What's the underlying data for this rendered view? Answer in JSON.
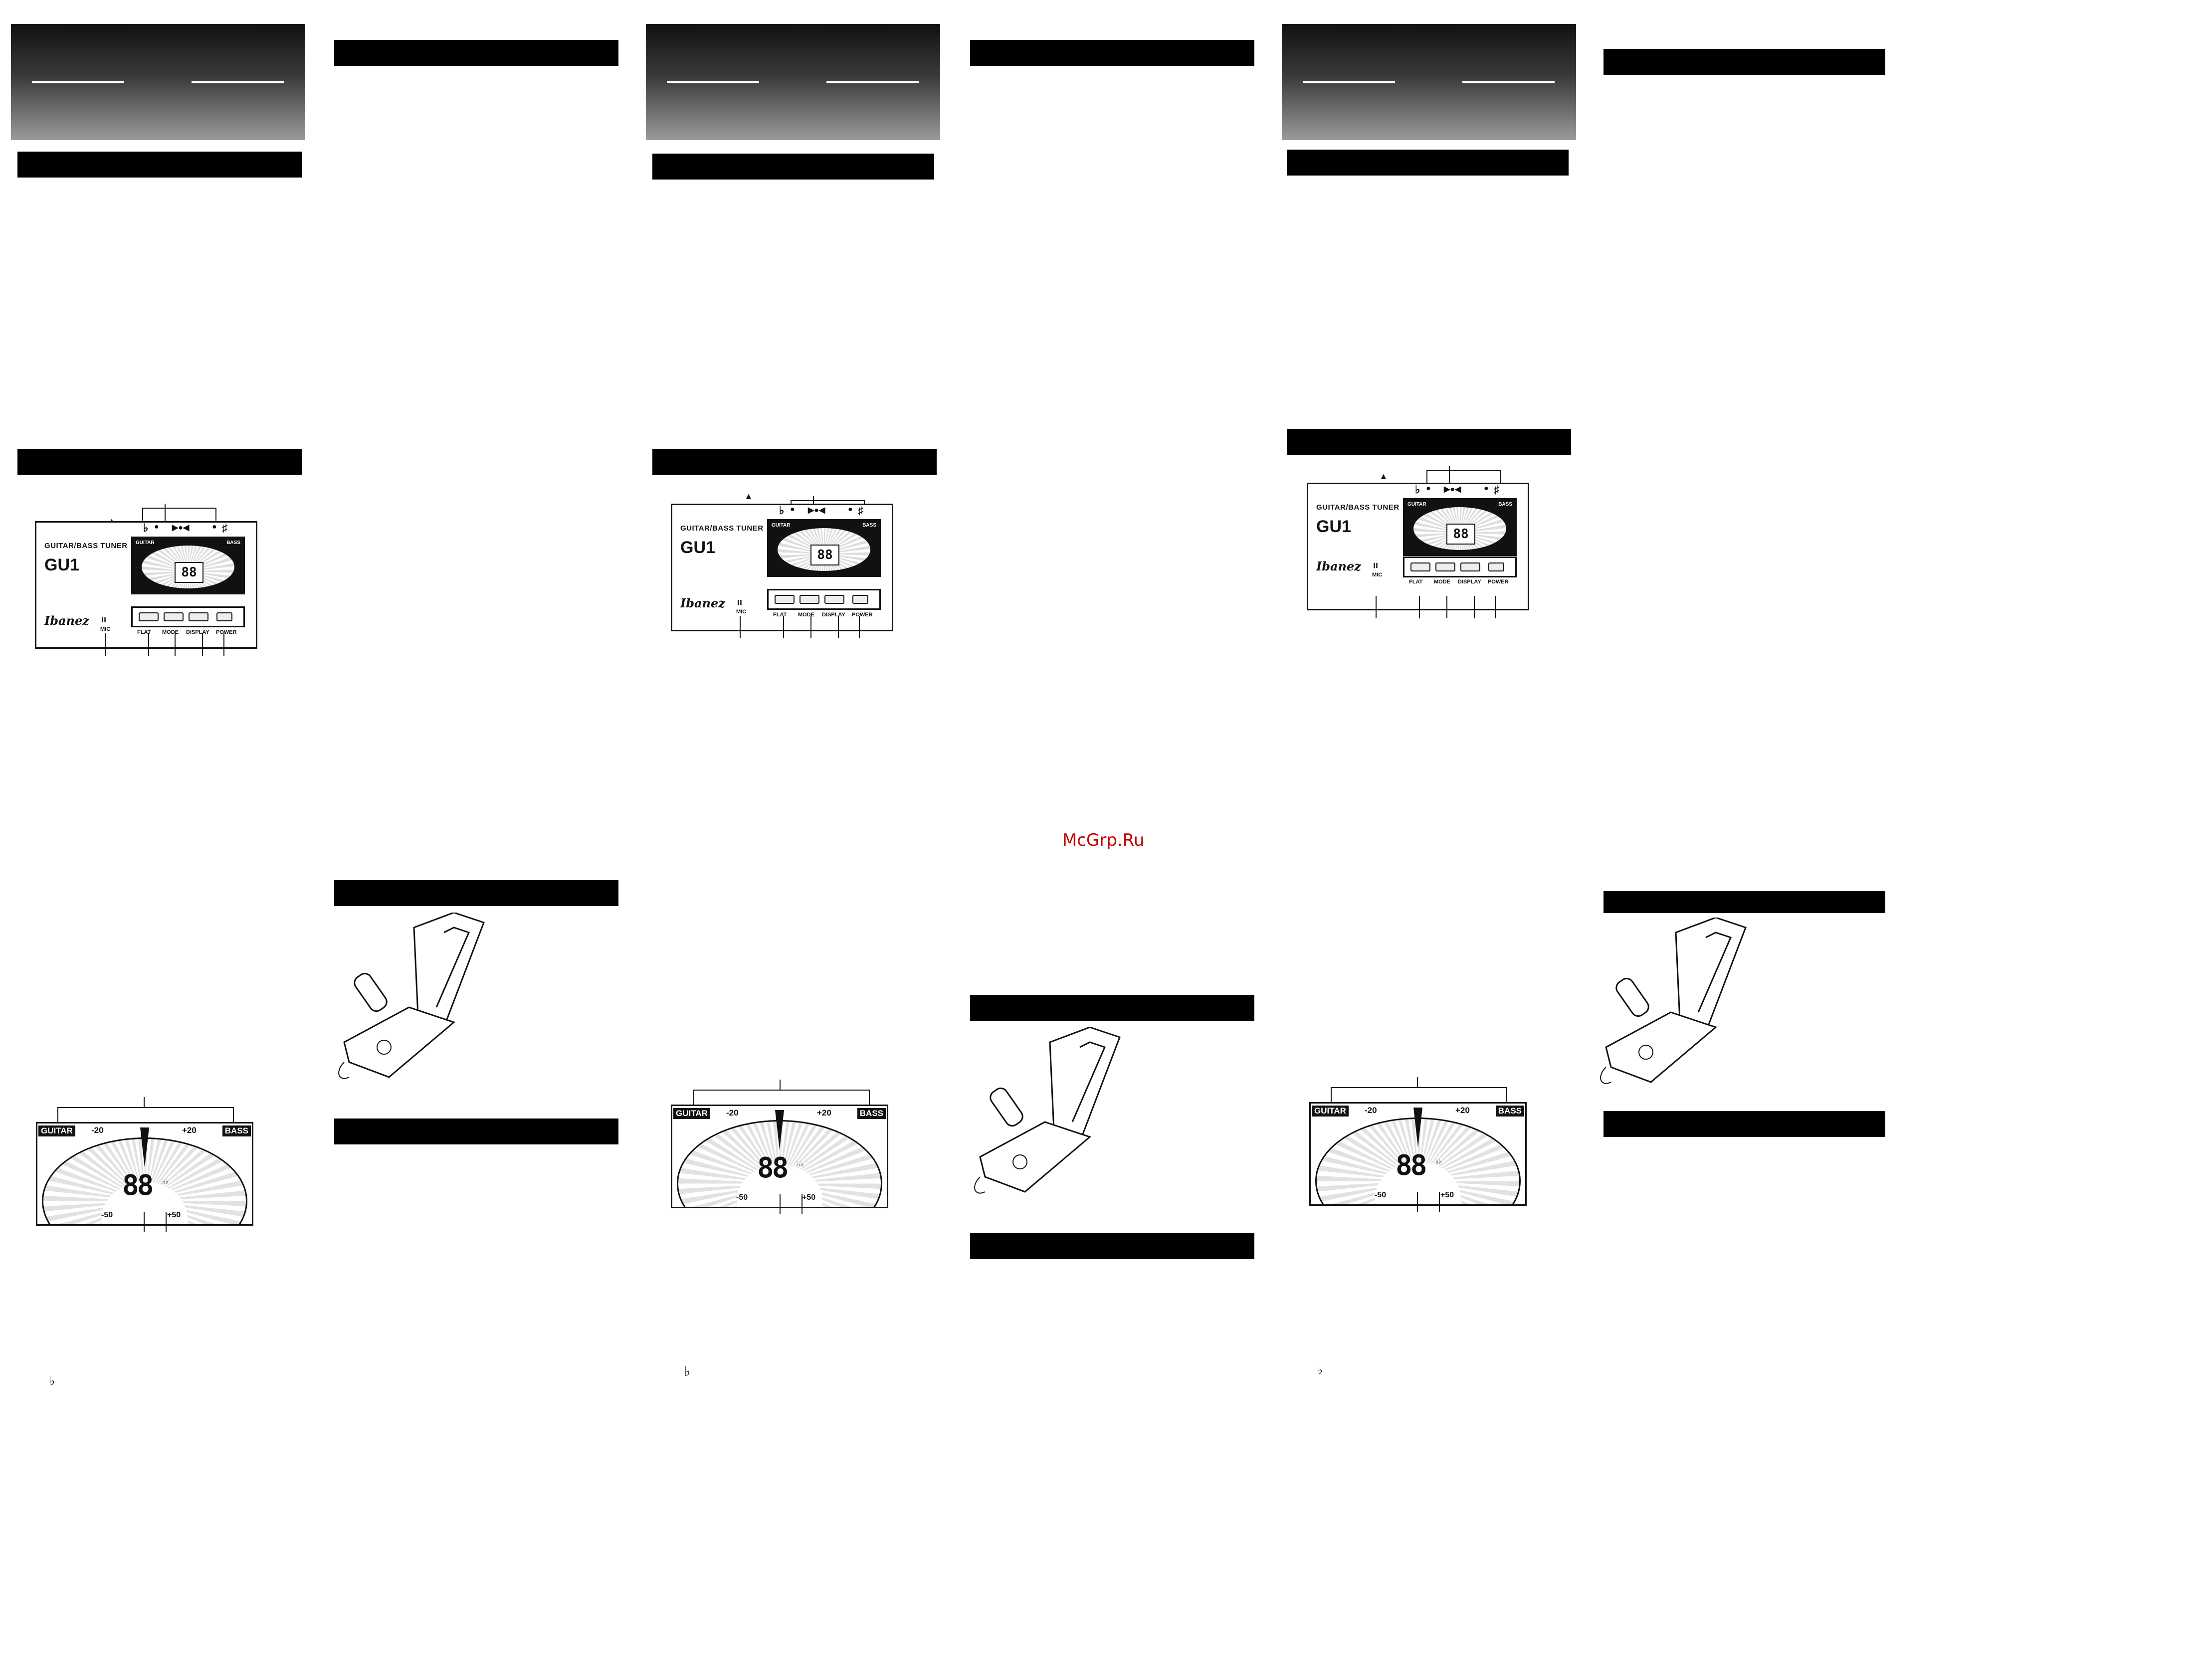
{
  "watermark": "McGrp.Ru",
  "tuner_panel": {
    "title": "GUITAR/BASS TUNER",
    "model": "GU1",
    "brand": "Ibanez",
    "mic": "MIC",
    "lcd_left": "GUITAR",
    "lcd_right": "BASS",
    "lcd_digits": "88",
    "buttons": [
      "FLAT",
      "MODE",
      "DISPLAY",
      "POWER"
    ],
    "symbols": {
      "flat": "♭",
      "sharp": "♯",
      "arrows": "▶●◀",
      "dot": "●"
    }
  },
  "display_detail": {
    "left_tag": "GUITAR",
    "right_tag": "BASS",
    "minus20": "-20",
    "plus20": "+20",
    "minus50": "-50",
    "plus50": "+50",
    "digits": "88",
    "flats": "♭♭"
  },
  "flat_note": "♭"
}
